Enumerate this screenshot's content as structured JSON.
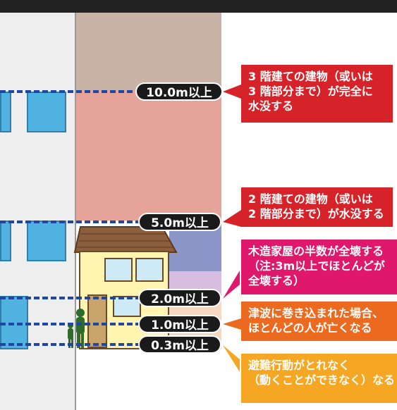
{
  "levels": [
    {
      "label": "10.0m以上"
    },
    {
      "label": "5.0m以上"
    },
    {
      "label": "2.0m以上"
    },
    {
      "label": "1.0m以上"
    },
    {
      "label": "0.3m以上"
    }
  ],
  "callouts": [
    {
      "lines": [
        "3 階建ての建物（或いは",
        "3 階部分まで）が完全に",
        "水没する"
      ],
      "color": "#d6232a"
    },
    {
      "lines": [
        "2 階建ての建物（或いは",
        "2 階部分まで）が水没する"
      ],
      "color": "#d6232a"
    },
    {
      "lines": [
        "木造家屋の半数が全壊する",
        "（注:3m以上でほとんどが",
        "全壊する）"
      ],
      "color": "#e0186c"
    },
    {
      "lines": [
        "津波に巻き込まれた場合、",
        "ほとんどの人が亡くなる"
      ],
      "color": "#ec6a1f"
    },
    {
      "lines": [
        "避難行動がとれなく",
        "（動くことができなく）なる"
      ],
      "color": "#f5a623"
    }
  ],
  "colors": {
    "band_top": "#c9b3a6",
    "band_10m": "#e6a39a",
    "band_5m": "#8d96c9",
    "band_2m": "#d9bde0",
    "dash_line": "#1f47a0"
  }
}
